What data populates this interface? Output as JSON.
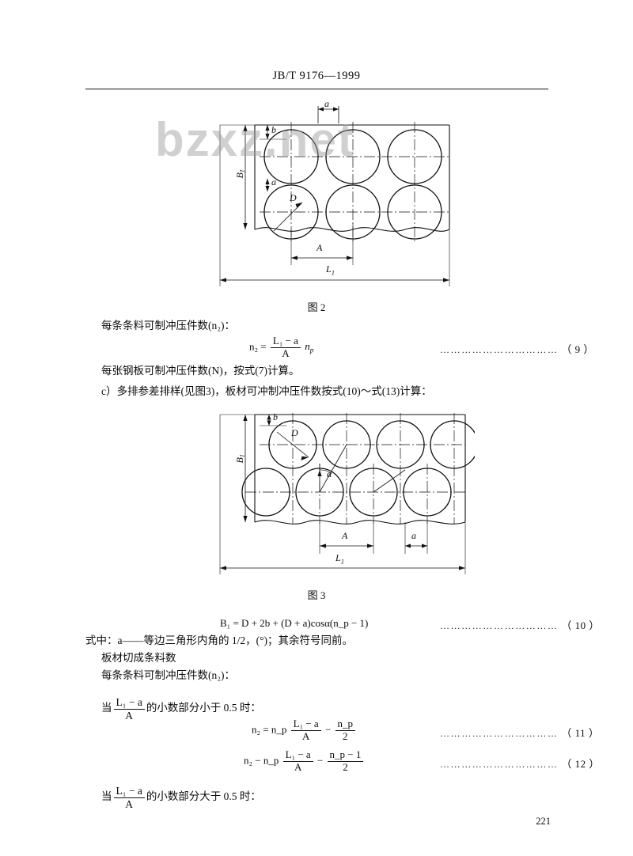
{
  "header": {
    "standard_code": "JB/T  9176—1999"
  },
  "watermark": "bzxz.net",
  "figures": {
    "fig2": {
      "caption": "图 2",
      "labels": {
        "a": "a",
        "b": "b",
        "B1": "B",
        "B1_sub": "1",
        "a2": "a",
        "D": "D",
        "A": "A",
        "L1": "L",
        "L1_sub": "1"
      }
    },
    "fig3": {
      "caption": "图 3",
      "labels": {
        "b": "b",
        "D": "D",
        "B1": "B",
        "B1_sub": "1",
        "alpha": "α",
        "A": "A",
        "a": "a",
        "L1": "L",
        "L1_sub": "1"
      }
    }
  },
  "body": {
    "line1": "每条条料可制冲压件数(n₂)：",
    "eq9_num": "（ 9 ）",
    "line2": "每张钢板可制冲压件数(N)，按式(7)计算。",
    "line3": "c）多排参差排样(见图3)，板材可冲制冲压件数按式(10)～式(13)计算：",
    "eq10_num": "（ 10 ）",
    "line4_pre": "式中：a——等边三角形内角的 1/2，(°)；其余符号同前。",
    "line5": "板材切成条料数",
    "line6": "每条条料可制冲压件数(n₂)：",
    "line7_tail": "的小数部分小于 0.5 时：",
    "line7_head": "当",
    "eq11_num": "（ 11 ）",
    "eq12_num": "（ 12 ）",
    "line8_head": "当",
    "line8_tail": "的小数部分大于 0.5 时：",
    "dots": "……………………………",
    "page_number": "221"
  },
  "equations": {
    "eq9": {
      "lhs": "n₂ =",
      "num": "L₁ − a",
      "den": "A",
      "tail": "n_p"
    },
    "eq10": "B₁ = D + 2b + (D + a)cosα(n_p − 1)",
    "eq11": {
      "lhs": "n₂ = n_p",
      "num": "L₁ − a",
      "den": "A",
      "minus_num": "n_p",
      "minus_den": "2"
    },
    "eq12": {
      "lhs": "n₂ − n_p",
      "num": "L₁ − a",
      "den": "A",
      "minus_num": "n_p − 1",
      "minus_den": "2"
    },
    "frac_inline": {
      "num": "L₁ − a",
      "den": "A"
    }
  }
}
